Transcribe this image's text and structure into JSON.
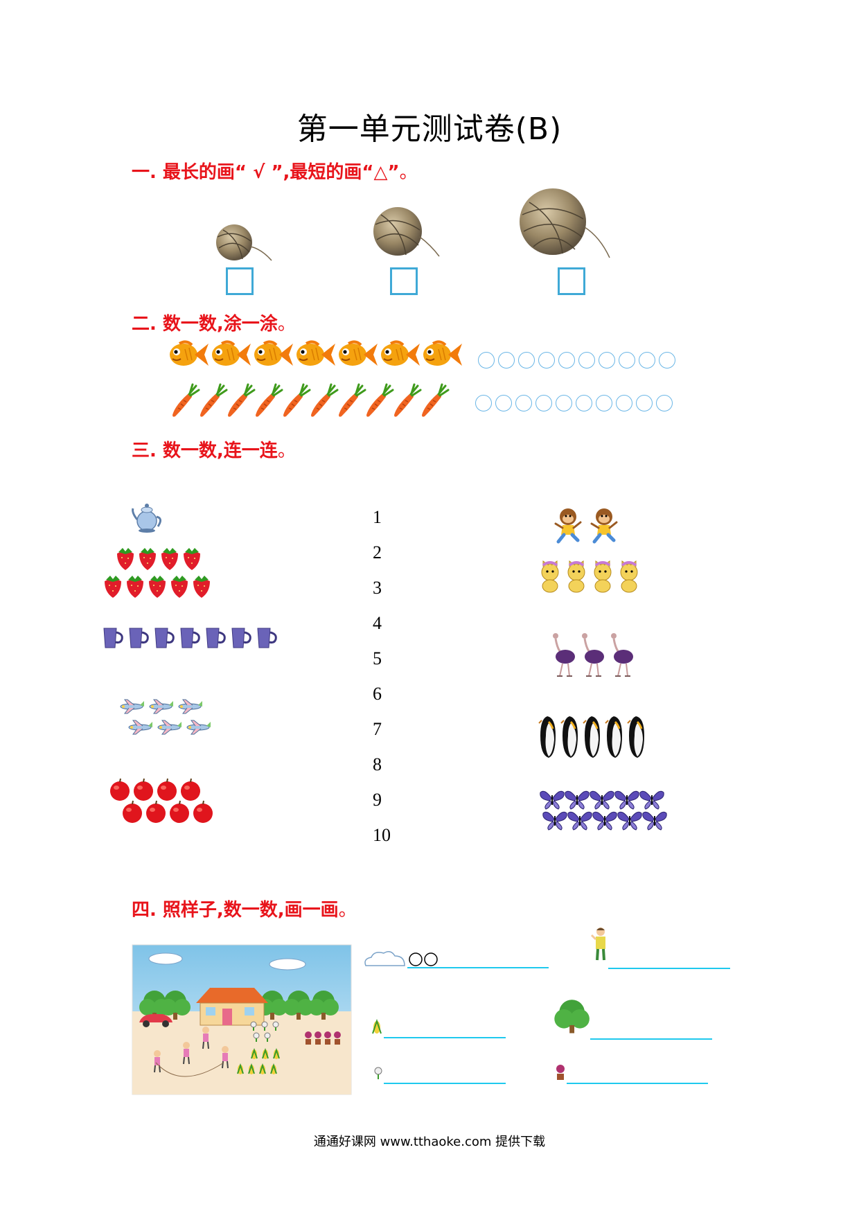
{
  "title": "第一单元测试卷(B)",
  "q1": {
    "label": "一. 最长的画“ √ ”,最短的画“△”",
    "end": "。"
  },
  "q2": {
    "label": "二. 数一数,涂一涂",
    "end": "。"
  },
  "q3": {
    "label": "三. 数一数,连一连",
    "end": "。"
  },
  "q4": {
    "label": "四. 照样子,数一数,画一画",
    "end": "。"
  },
  "numbers": [
    "1",
    "2",
    "3",
    "4",
    "5",
    "6",
    "7",
    "8",
    "9",
    "10"
  ],
  "footer": "通通好课网  www.tthaoke.com  提供下载",
  "colors": {
    "heading": "#e8141b",
    "box": "#3fa9d6",
    "circle": "#6ab6e6",
    "answer_line": "#1fc9ee"
  },
  "counts": {
    "fish": 7,
    "carrots": 10,
    "fish_circles": 10,
    "carrot_circles": 10,
    "teapot": 1,
    "strawberries": 9,
    "cups": 7,
    "planes": 6,
    "apples": 8,
    "monkeys": 2,
    "cats": 4,
    "ostriches": 3,
    "penguins": 5,
    "butterflies": 10
  }
}
